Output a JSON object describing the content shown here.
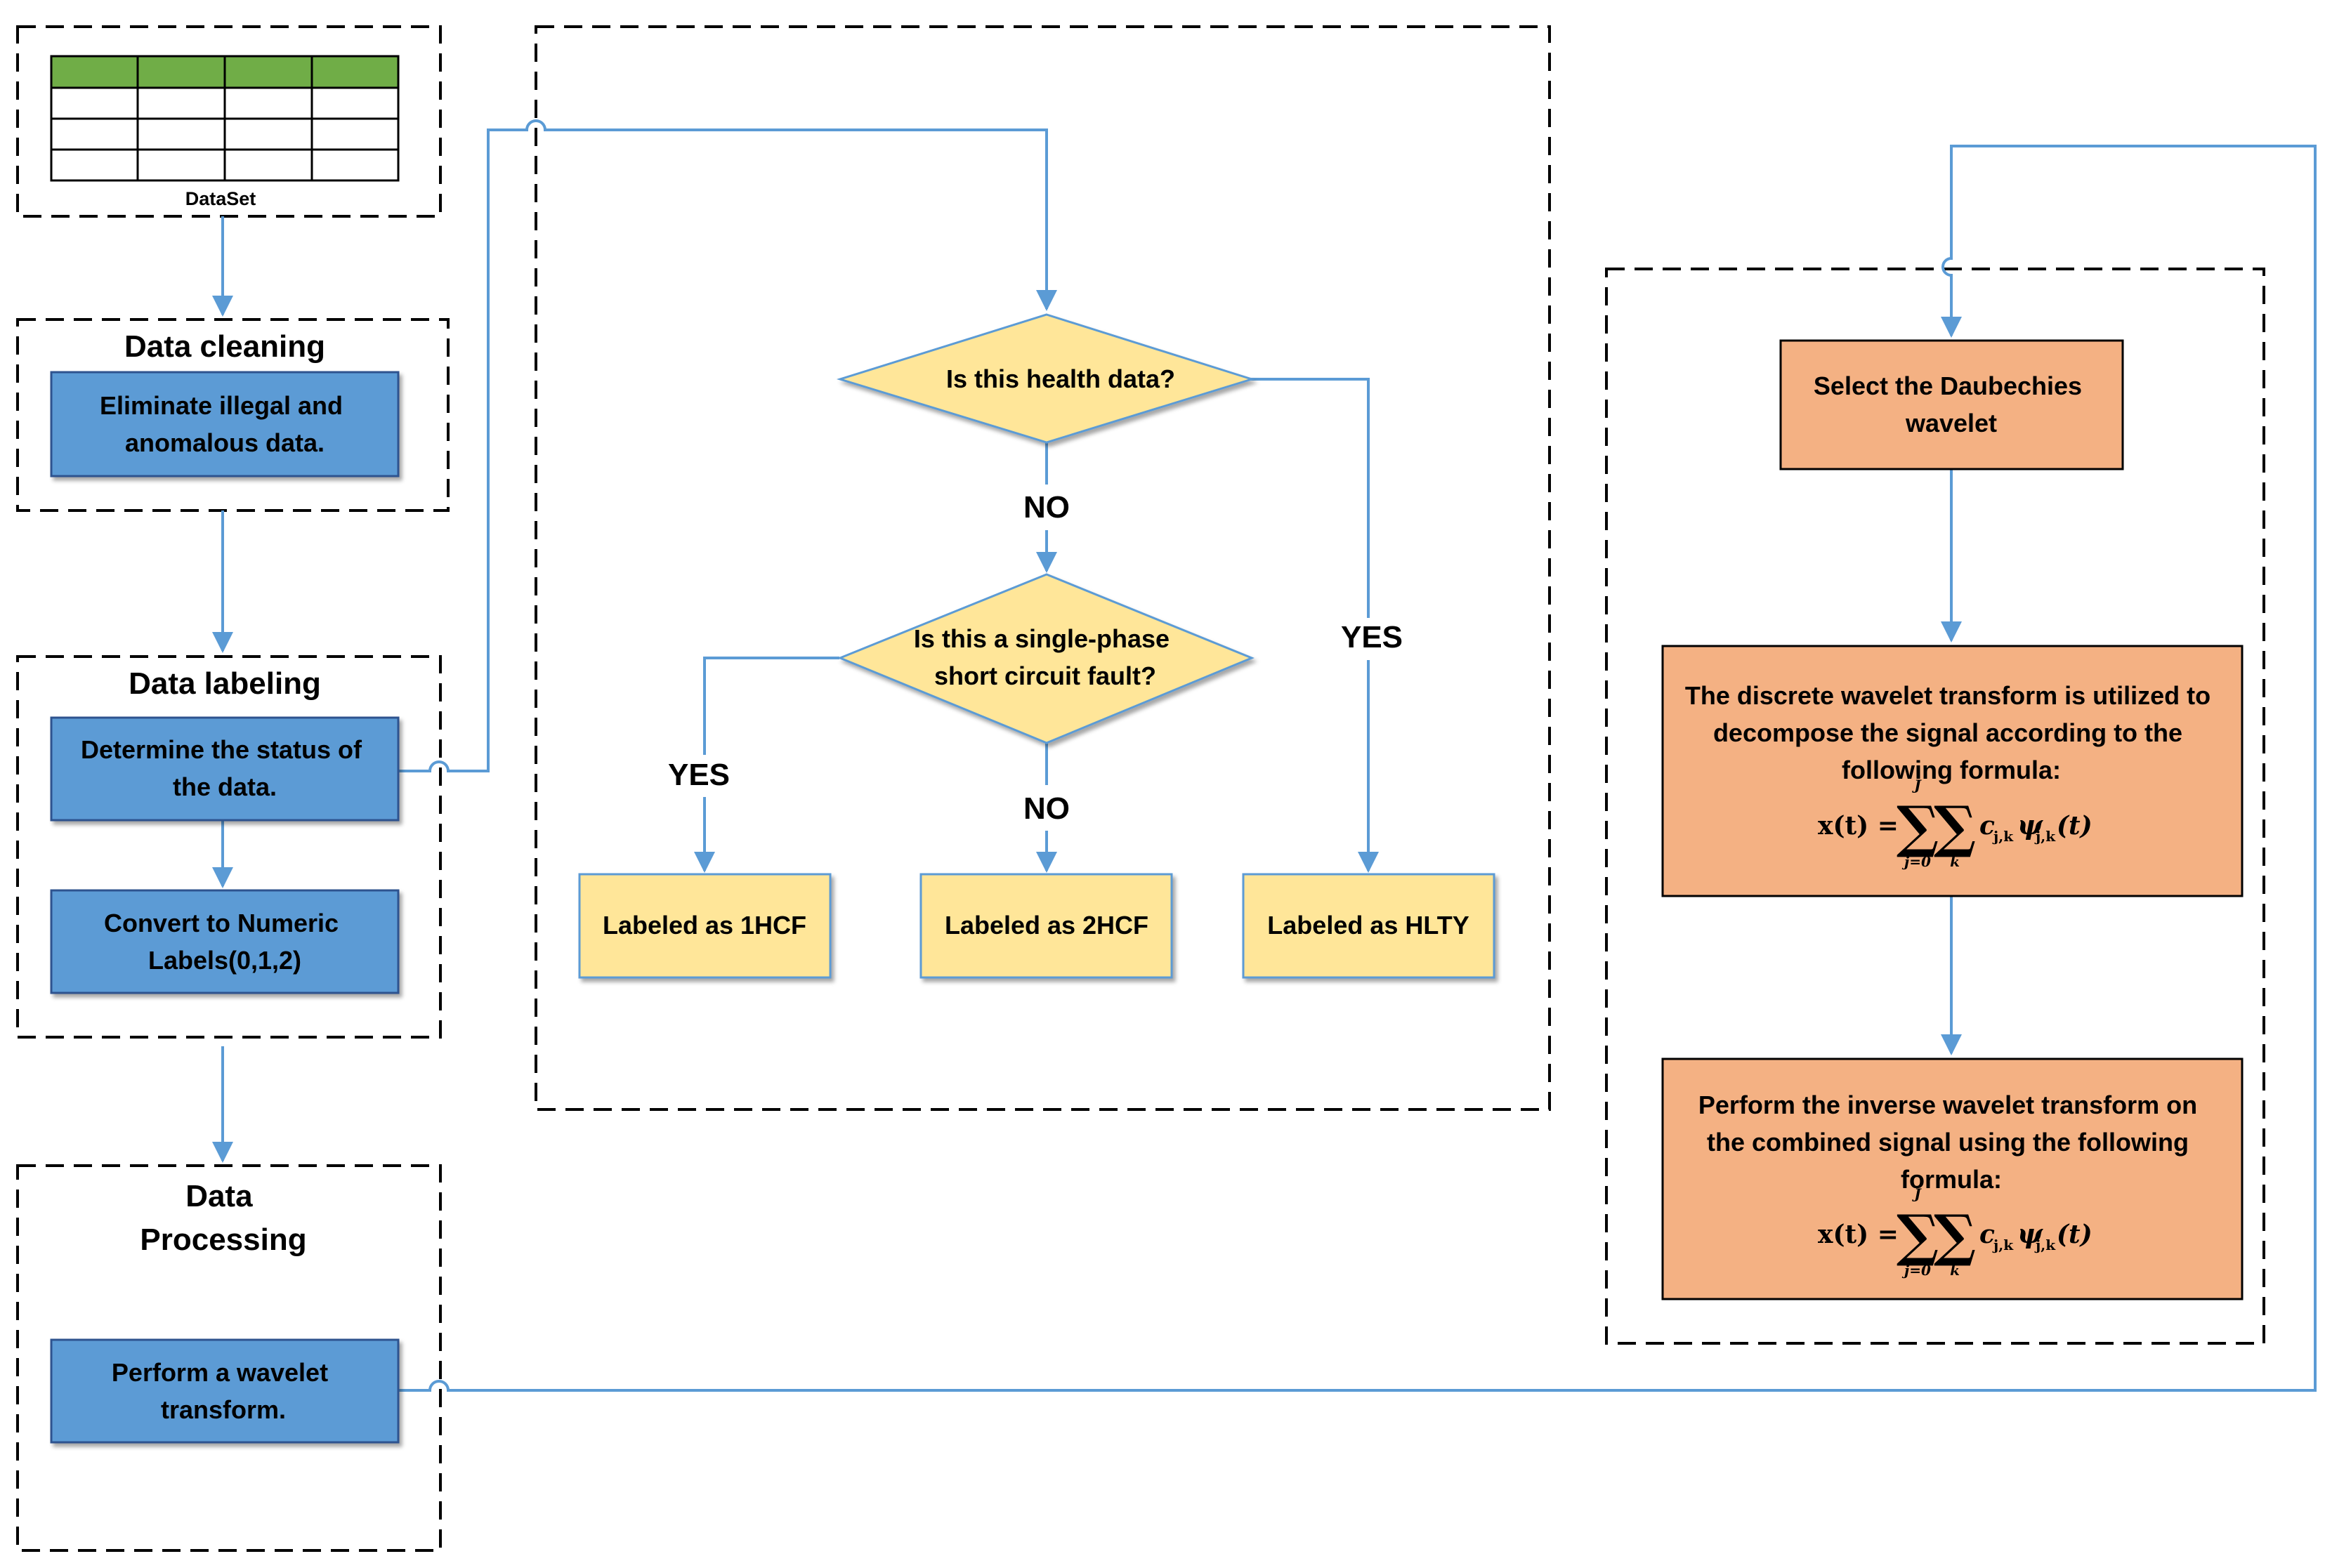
{
  "colors": {
    "blue_box": "#5B9BD5",
    "yellow_box": "#FFE699",
    "orange_box": "#F4B183",
    "table_header": "#70AD47",
    "connector": "#5B9BD5",
    "border": "#000000"
  },
  "dataset": {
    "label": "DataSet"
  },
  "cleaning": {
    "title": "Data cleaning",
    "step": [
      "Eliminate illegal and",
      "anomalous data."
    ]
  },
  "labeling": {
    "title": "Data labeling",
    "step1": [
      "Determine the status of",
      "the data."
    ],
    "step2": [
      "Convert to Numeric",
      "Labels(0,1,2)"
    ]
  },
  "processing": {
    "title": [
      "Data",
      "Processing"
    ],
    "step": [
      "Perform a wavelet",
      "transform."
    ]
  },
  "decision": {
    "q1": "Is this health data?",
    "q2": [
      "Is this a single-phase",
      "short circuit fault?"
    ],
    "no1": "NO",
    "no2": "NO",
    "yes1": "YES",
    "yes2": "YES",
    "out_1hcf": "Labeled as 1HCF",
    "out_2hcf": "Labeled as 2HCF",
    "out_hlty": "Labeled as HLTY"
  },
  "wavelet": {
    "select": [
      "Select the Daubechies",
      "wavelet"
    ],
    "decompose": [
      "The discrete wavelet transform is utilized to",
      "decompose the signal according to the",
      "following formula:"
    ],
    "inverse": [
      "Perform the inverse wavelet transform on",
      "the combined signal using the following",
      "formula:"
    ],
    "formula": {
      "lhs": "x(t) =",
      "sum_upper": "J",
      "sum_lower_1": "j=0",
      "sum_lower_2": "k",
      "sum_symbol": "∑",
      "term_c": "c",
      "term_c_sub": "j,k",
      "term_psi": "ψ",
      "term_psi_sub": "j,k",
      "term_arg": "(t)"
    }
  }
}
